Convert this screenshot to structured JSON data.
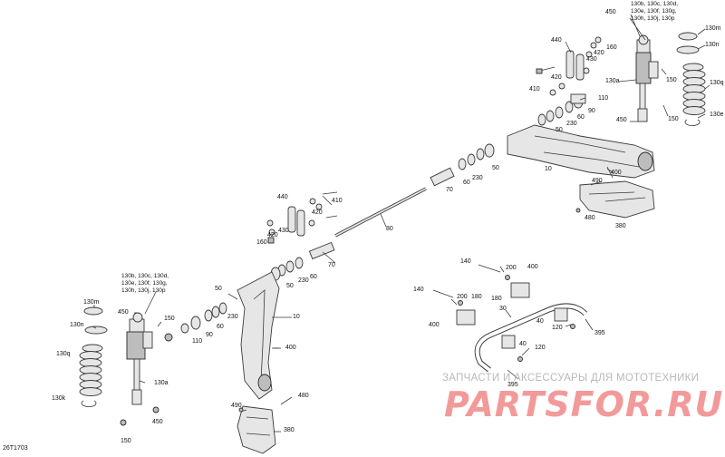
{
  "diagram_id": "26T1703",
  "watermark": {
    "tagline": "ЗАПЧАСТИ И АКСЕССУАРЫ ДЛЯ МОТОТЕХНИКИ",
    "logo": "PARTSFOR.RU"
  },
  "colors": {
    "line": "#3a3a3a",
    "part_fill": "#e6e6e6",
    "watermark_red": "#f29a9a",
    "watermark_grey": "#b9b9b9"
  },
  "callouts": [
    {
      "id": "450-top",
      "text": "450"
    },
    {
      "id": "130b-group-top",
      "text": "130b, 130c, 130d,\n130e, 130f, 130g,\n130h, 130j, 130p"
    },
    {
      "id": "130m-top",
      "text": "130m"
    },
    {
      "id": "130n-top",
      "text": "130n"
    },
    {
      "id": "440-top",
      "text": "440"
    },
    {
      "id": "160-top",
      "text": "160"
    },
    {
      "id": "420-top-1",
      "text": "420"
    },
    {
      "id": "430-top",
      "text": "430"
    },
    {
      "id": "130a-top",
      "text": "130a"
    },
    {
      "id": "150-top-1",
      "text": "150"
    },
    {
      "id": "130q-top",
      "text": "130q"
    },
    {
      "id": "420-top-2",
      "text": "420"
    },
    {
      "id": "410-top",
      "text": "410"
    },
    {
      "id": "110-top",
      "text": "110"
    },
    {
      "id": "90-top",
      "text": "90"
    },
    {
      "id": "60-top-1",
      "text": "60"
    },
    {
      "id": "150-top-2",
      "text": "150"
    },
    {
      "id": "130e-top",
      "text": "130e"
    },
    {
      "id": "450-top-2",
      "text": "450"
    },
    {
      "id": "230-top-1",
      "text": "230"
    },
    {
      "id": "50-top-1",
      "text": "50"
    },
    {
      "id": "10-top",
      "text": "10"
    },
    {
      "id": "400-top",
      "text": "400"
    },
    {
      "id": "50-top-2",
      "text": "50"
    },
    {
      "id": "230-top-2",
      "text": "230"
    },
    {
      "id": "60-top-2",
      "text": "60"
    },
    {
      "id": "70-top",
      "text": "70"
    },
    {
      "id": "490-top",
      "text": "490"
    },
    {
      "id": "480-top",
      "text": "480"
    },
    {
      "id": "380-top",
      "text": "380"
    },
    {
      "id": "440-mid",
      "text": "440"
    },
    {
      "id": "410-mid",
      "text": "410"
    },
    {
      "id": "420-mid-1",
      "text": "420"
    },
    {
      "id": "420-mid-2",
      "text": "420"
    },
    {
      "id": "430-mid",
      "text": "430"
    },
    {
      "id": "160-mid",
      "text": "160"
    },
    {
      "id": "80",
      "text": "80"
    },
    {
      "id": "70-mid",
      "text": "70"
    },
    {
      "id": "60-mid",
      "text": "60"
    },
    {
      "id": "230-mid-1",
      "text": "230"
    },
    {
      "id": "50-mid-1",
      "text": "50"
    },
    {
      "id": "130b-group-bottom",
      "text": "130b, 130c, 130d,\n130e, 130f, 130g,\n130h, 130j, 130p"
    },
    {
      "id": "50-mid-2",
      "text": "50"
    },
    {
      "id": "10-bottom",
      "text": "10"
    },
    {
      "id": "230-mid-2",
      "text": "230"
    },
    {
      "id": "60-mid-2",
      "text": "60"
    },
    {
      "id": "130m-bottom",
      "text": "130m"
    },
    {
      "id": "450-bottom-1",
      "text": "450"
    },
    {
      "id": "150-bottom-1",
      "text": "150"
    },
    {
      "id": "130n-bottom",
      "text": "130n"
    },
    {
      "id": "90-bottom",
      "text": "90"
    },
    {
      "id": "110-bottom",
      "text": "110"
    },
    {
      "id": "130q-bottom",
      "text": "130q"
    },
    {
      "id": "400-bottom",
      "text": "400"
    },
    {
      "id": "130a-bottom",
      "text": "130a"
    },
    {
      "id": "130k",
      "text": "130k"
    },
    {
      "id": "490-bottom",
      "text": "490"
    },
    {
      "id": "480-bottom",
      "text": "480"
    },
    {
      "id": "450-bottom-2",
      "text": "450"
    },
    {
      "id": "380-bottom",
      "text": "380"
    },
    {
      "id": "150-bottom-2",
      "text": "150"
    },
    {
      "id": "140-a",
      "text": "140"
    },
    {
      "id": "200-a",
      "text": "200"
    },
    {
      "id": "400-sway-1",
      "text": "400"
    },
    {
      "id": "180-a",
      "text": "180"
    },
    {
      "id": "140-b",
      "text": "140"
    },
    {
      "id": "200-b",
      "text": "200"
    },
    {
      "id": "180-b",
      "text": "180"
    },
    {
      "id": "30",
      "text": "30"
    },
    {
      "id": "400-sway-2",
      "text": "400"
    },
    {
      "id": "40-a",
      "text": "40"
    },
    {
      "id": "120-a",
      "text": "120"
    },
    {
      "id": "395-a",
      "text": "395"
    },
    {
      "id": "40-b",
      "text": "40"
    },
    {
      "id": "120-b",
      "text": "120"
    },
    {
      "id": "395-b",
      "text": "395"
    }
  ]
}
